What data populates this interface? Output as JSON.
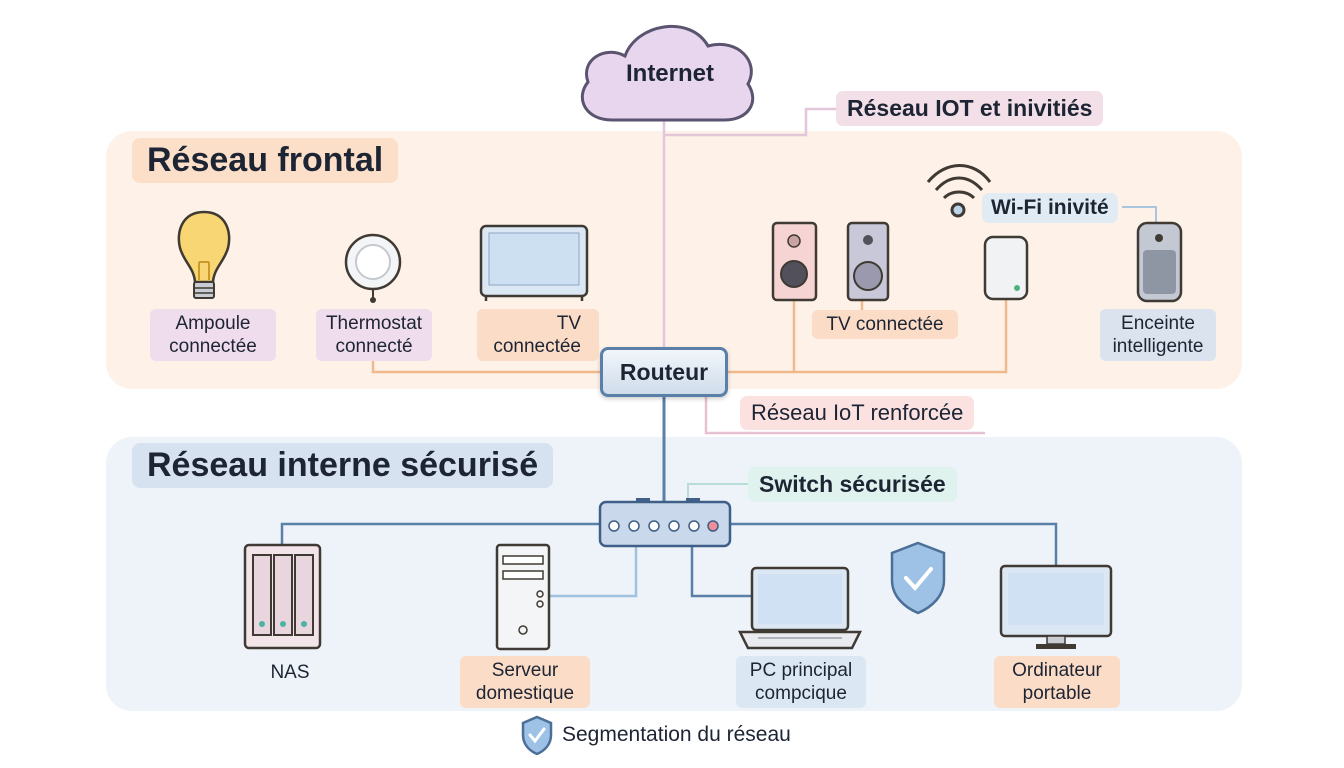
{
  "zones": {
    "frontal": "Réseau frontal",
    "internal": "Réseau interne sécurisé"
  },
  "cloud": {
    "label": "Internet"
  },
  "router": {
    "label": "Routeur"
  },
  "tags": {
    "iot_guests": "Réseau IOT et inivitiés",
    "wifi_guest": "Wi-Fi inivité",
    "iot_hardened": "Réseau IoT renforcée",
    "switch": "Switch sécurisée"
  },
  "devices": {
    "ampoule": "Ampoule\nconnectée",
    "thermostat": "Thermostat\nconnecté",
    "tv": "TV\nconnectée",
    "tv_connectee": "TV connectée",
    "enceinte": "Enceinte\nintelligente",
    "nas": "NAS",
    "serveur": "Serveur\ndomestique",
    "pc": "PC principal\ncompcique",
    "ordinateur": "Ordinateur\nportable"
  },
  "footer": {
    "label": "Segmentation du réseau"
  },
  "icons": [
    "cloud-icon",
    "bulb-icon",
    "thermostat-icon",
    "tv-icon",
    "speaker-icon",
    "wifi-icon",
    "hub-icon",
    "smart-speaker-icon",
    "switch-icon",
    "nas-icon",
    "server-icon",
    "laptop-icon",
    "shield-icon",
    "monitor-icon"
  ],
  "colors": {
    "frontal_zone": "#fdf1e8",
    "internal_zone": "#eef3f9",
    "frontal_link": "#f0b98c",
    "internal_link": "#5a7fa8",
    "iot_link": "#e7c0d2",
    "cloud_fill": "#e7d6ee"
  }
}
